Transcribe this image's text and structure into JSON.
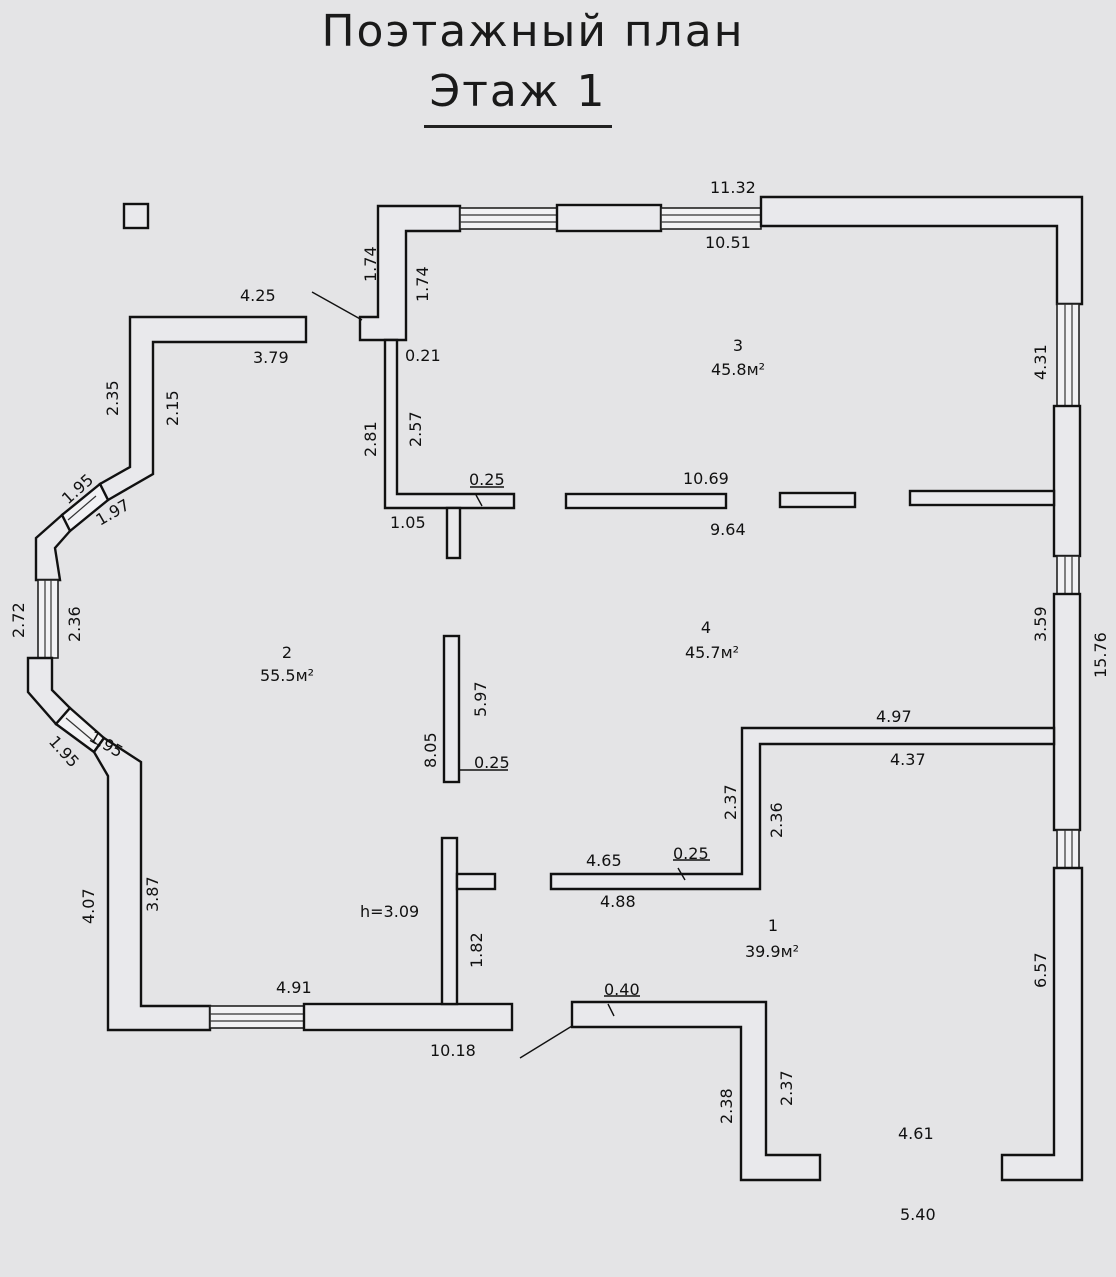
{
  "title": "Поэтажный план",
  "subtitle": "Этаж 1",
  "rooms": [
    {
      "number": "1",
      "area": "39.9м²"
    },
    {
      "number": "2",
      "area": "55.5м²"
    },
    {
      "number": "3",
      "area": "45.8м²"
    },
    {
      "number": "4",
      "area": "45.7м²"
    }
  ],
  "height_note": "h=3.09",
  "dimensions": [
    "11.32",
    "10.51",
    "4.25",
    "3.79",
    "1.74",
    "1.74",
    "0.21",
    "2.81",
    "2.57",
    "2.35",
    "2.15",
    "1.95",
    "1.97",
    "2.72",
    "2.36",
    "1.95",
    "1.95",
    "4.07",
    "3.87",
    "4.91",
    "10.18",
    "0.25",
    "1.05",
    "10.69",
    "9.64",
    "4.31",
    "3.59",
    "15.76",
    "5.97",
    "8.05",
    "0.25",
    "4.97",
    "4.37",
    "2.37",
    "2.36",
    "4.65",
    "0.25",
    "4.88",
    "1.82",
    "0.40",
    "2.38",
    "2.37",
    "4.61",
    "6.57",
    "5.40"
  ]
}
